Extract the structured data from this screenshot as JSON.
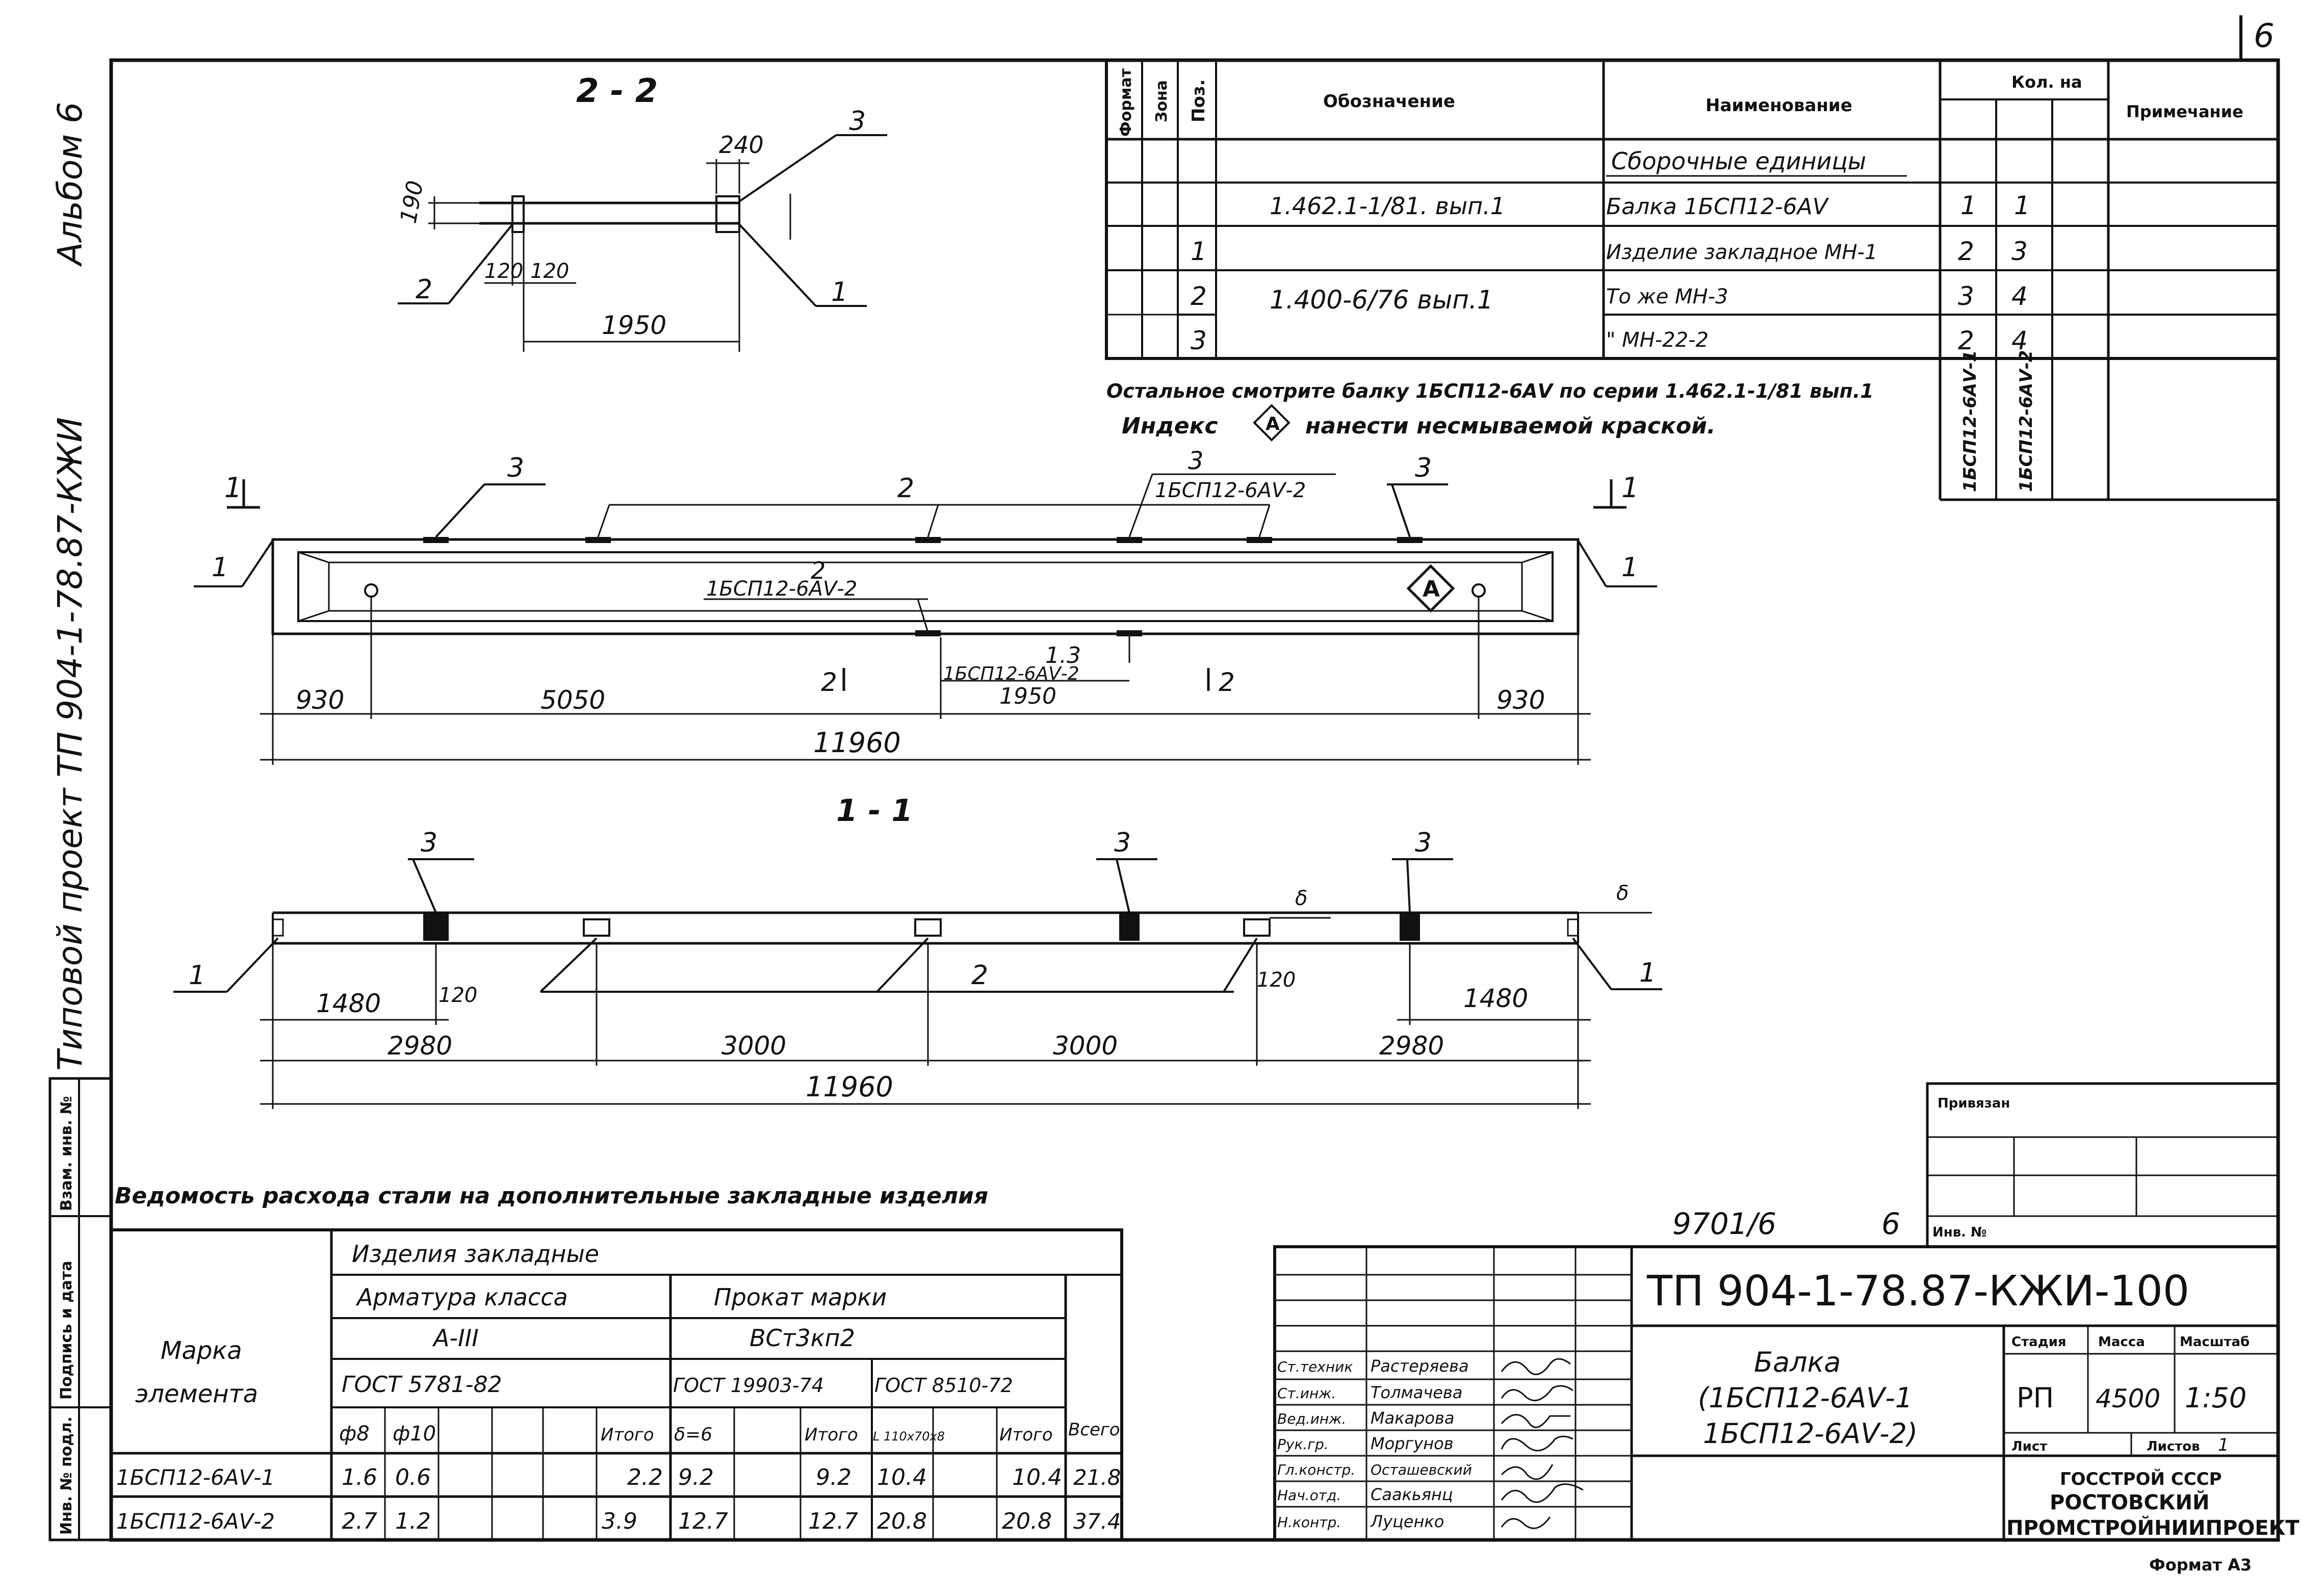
{
  "sheet_number": "6",
  "side_stamp": {
    "album": "Альбом 6",
    "project": "Типовой проект ТП 904-1-78.87-КЖИ",
    "cells": [
      "Взам. инв. №",
      "Подпись и дата",
      "Инв. № подл."
    ]
  },
  "section_22": {
    "title": "2 - 2",
    "dims": [
      "240",
      "190",
      "120",
      "120",
      "1950"
    ],
    "callouts": [
      "3",
      "2",
      "1"
    ]
  },
  "main_view": {
    "section_marks": [
      "1",
      "1",
      "2",
      "2"
    ],
    "callouts": [
      "1",
      "1",
      "3",
      "3",
      "2",
      "3",
      "2",
      "1.3"
    ],
    "labels": [
      "1БСП12-6АⅤ-2",
      "1БСП12-6АⅤ-2",
      "1БСП12-6АⅤ-2"
    ],
    "index_mark": "А",
    "dims": [
      "930",
      "5050",
      "930",
      "1950",
      "11960"
    ]
  },
  "section_11": {
    "title": "1 - 1",
    "callouts": [
      "3",
      "3",
      "3",
      "1",
      "2",
      "1"
    ],
    "small_marks": [
      "δ",
      "δ"
    ],
    "dims": [
      "1480",
      "120",
      "120",
      "1480",
      "2980",
      "3000",
      "3000",
      "2980",
      "11960"
    ]
  },
  "spec": {
    "headers": [
      "Формат",
      "Зона",
      "Поз.",
      "Обозначение",
      "Наименование",
      "Кол. на",
      "Примечание"
    ],
    "kol_columns": [
      "1БСП12-6АⅤ-1",
      "1БСП12-6АⅤ-2"
    ],
    "rows": [
      {
        "format": "",
        "zone": "",
        "pos": "",
        "designation": "",
        "name": "Сборочные единицы",
        "q1": "",
        "q2": "",
        "note": ""
      },
      {
        "format": "",
        "zone": "",
        "pos": "",
        "designation": "1.462.1-1/81. вып.1",
        "name": "Балка 1БСП12-6АⅤ",
        "q1": "1",
        "q2": "1",
        "note": ""
      },
      {
        "format": "",
        "zone": "",
        "pos": "1",
        "designation": "1.400-6/76 вып.1",
        "name": "Изделие закладное МН-1",
        "q1": "2",
        "q2": "3",
        "note": ""
      },
      {
        "format": "",
        "zone": "",
        "pos": "2",
        "designation": "",
        "name": "То же   МН-3",
        "q1": "3",
        "q2": "4",
        "note": ""
      },
      {
        "format": "",
        "zone": "",
        "pos": "3",
        "designation": "",
        "name": "\"   МН-22-2",
        "q1": "2",
        "q2": "4",
        "note": ""
      }
    ]
  },
  "notes": [
    "Остальное смотрите балку 1БСП12-6АⅤ по серии 1.462.1-1/81 вып.1",
    "Индекс",
    "нанести несмываемой краской."
  ],
  "steel": {
    "title": "Ведомость расхода стали на дополнительные закладные изделия",
    "mark_header": [
      "Марка",
      "элемента"
    ],
    "group_header": "Изделия закладные",
    "arm_class": "Арматура класса",
    "arm_grade": "А-III",
    "arm_gost": "ГОСТ 5781-82",
    "rolled_grade_label": "Прокат марки",
    "rolled_grade": "ВСт3кп2",
    "gost_a": "ГОСТ 19903-74",
    "gost_b": "ГОСТ 8510-72",
    "total_label": "Всего",
    "sub": [
      "ф8",
      "ф10",
      "",
      "",
      "Итого",
      "δ=6",
      "",
      "Итого",
      "L 110х70х8",
      "",
      "Итого"
    ],
    "rows": [
      {
        "mark": "1БСП12-6АⅤ-1",
        "v": [
          "1.6",
          "0.6",
          "",
          "",
          "2.2",
          "9.2",
          "",
          "9.2",
          "10.4",
          "",
          "10.4"
        ],
        "total": "21.8"
      },
      {
        "mark": "1БСП12-6АⅤ-2",
        "v": [
          "2.7",
          "1.2",
          "",
          "",
          "3.9",
          "12.7",
          "",
          "12.7",
          "20.8",
          "",
          "20.8"
        ],
        "total": "37.4"
      }
    ]
  },
  "title_block": {
    "privyazan": "Привязан",
    "inv": "Инв. №",
    "archive_no": "9701/6",
    "sheet_small": "6",
    "code": "ТП 904-1-78.87-КЖИ-100",
    "staff": [
      {
        "role": "Ст.техник",
        "name": "Растеряева"
      },
      {
        "role": "Ст.инж.",
        "name": "Толмачева"
      },
      {
        "role": "Вед.инж.",
        "name": "Макарова"
      },
      {
        "role": "Рук.гр.",
        "name": "Моргунов"
      },
      {
        "role": "Гл.констр.",
        "name": "Осташевский"
      },
      {
        "role": "Нач.отд.",
        "name": "Саакьянц"
      },
      {
        "role": "Н.контр.",
        "name": "Луценко"
      }
    ],
    "name_lines": [
      "Балка",
      "(1БСП12-6АⅤ-1",
      "1БСП12-6АⅤ-2)"
    ],
    "stage_label": "Стадия",
    "mass_label": "Масса",
    "scale_label": "Масштаб",
    "stage": "РП",
    "mass": "4500",
    "scale": "1:50",
    "sheet_label": "Лист",
    "sheets_label": "Листов",
    "sheets": "1",
    "org": [
      "ГОССТРОЙ СССР",
      "РОСТОВСКИЙ",
      "ПРОМСТРОЙНИИПРОЕКТ"
    ],
    "format": "Формат А3"
  }
}
